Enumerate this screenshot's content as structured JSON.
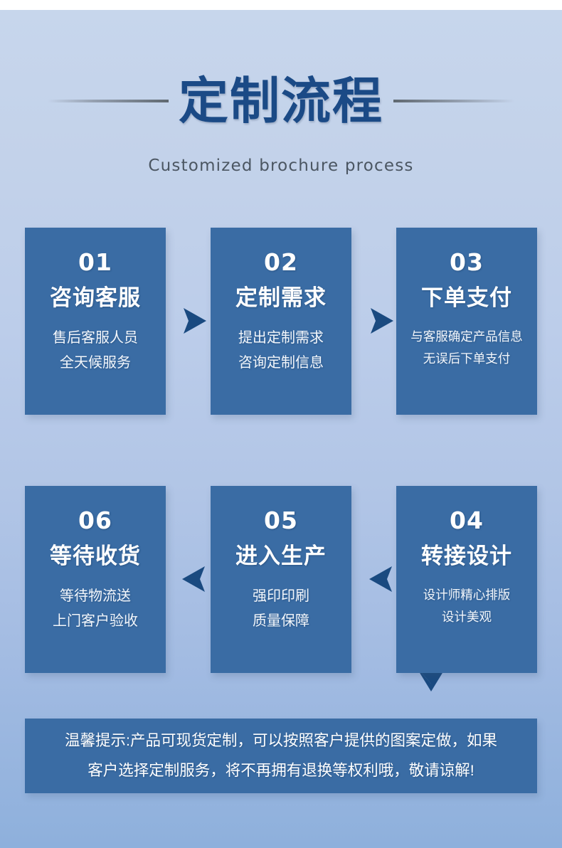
{
  "header": {
    "title": "定制流程",
    "subtitle": "Customized brochure process"
  },
  "colors": {
    "card_blue": "#3a6ca4",
    "title_blue": "#1b4a86",
    "arrow_navy": "#1a4a80",
    "bg_top": "#c7d6ec",
    "bg_bottom": "#8eb0dc"
  },
  "steps": {
    "row1": [
      {
        "number": "01",
        "title": "咨询客服",
        "desc_line1": "售后客服人员",
        "desc_line2": "全天候服务"
      },
      {
        "number": "02",
        "title": "定制需求",
        "desc_line1": "提出定制需求",
        "desc_line2": "咨询定制信息"
      },
      {
        "number": "03",
        "title": "下单支付",
        "desc_line1": "与客服确定产品信息",
        "desc_line2": "无误后下单支付"
      }
    ],
    "row2": [
      {
        "number": "06",
        "title": "等待收货",
        "desc_line1": "等待物流送",
        "desc_line2": "上门客户验收"
      },
      {
        "number": "05",
        "title": "进入生产",
        "desc_line1": "强印印刷",
        "desc_line2": "质量保障"
      },
      {
        "number": "04",
        "title": "转接设计",
        "desc_line1": "设计师精心排版",
        "desc_line2": "设计美观"
      }
    ]
  },
  "notice": {
    "line1": "温馨提示:产品可现货定制，可以按照客户提供的图案定做，如果",
    "line2": "客户选择定制服务，将不再拥有退换等权利哦，敬请谅解!"
  }
}
